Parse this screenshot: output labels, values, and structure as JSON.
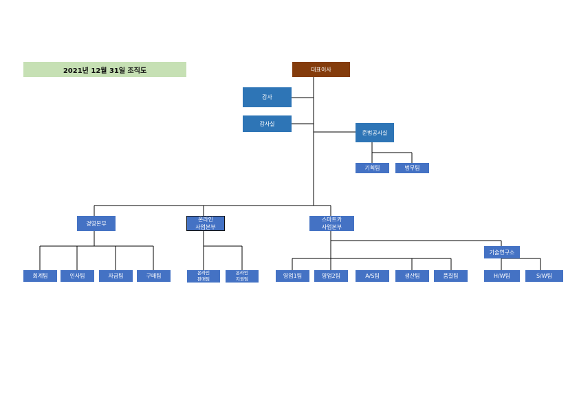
{
  "title": "2021년 12월 31일 조직도",
  "nodes": {
    "ceo": "대표이사",
    "audit": "감사",
    "audit_office": "감사실",
    "compliance": "준법공시실",
    "planning": "기획팀",
    "legal": "법무팀",
    "management_hq": "경영본부",
    "online_hq": "온라인\n사업본부",
    "smartcar_hq": "스마트카\n사업본부",
    "rnd_center": "기술연구소",
    "accounting": "회계팀",
    "hr": "인사팀",
    "finance": "자금팀",
    "purchasing": "구매팀",
    "online_sales": "온라인\n판매팀",
    "online_support": "온라인\n지원팀",
    "sales1": "영업1팀",
    "sales2": "영업2팀",
    "as_team": "A/S팀",
    "production": "생산팀",
    "quality": "품질팀",
    "hw_team": "H/W팀",
    "sw_team": "S/W팀"
  },
  "colors": {
    "title_bg": "#c6e0b4",
    "ceo": "#843c0c",
    "staff": "#2e75b6",
    "department": "#4472c4",
    "line": "#000000"
  }
}
